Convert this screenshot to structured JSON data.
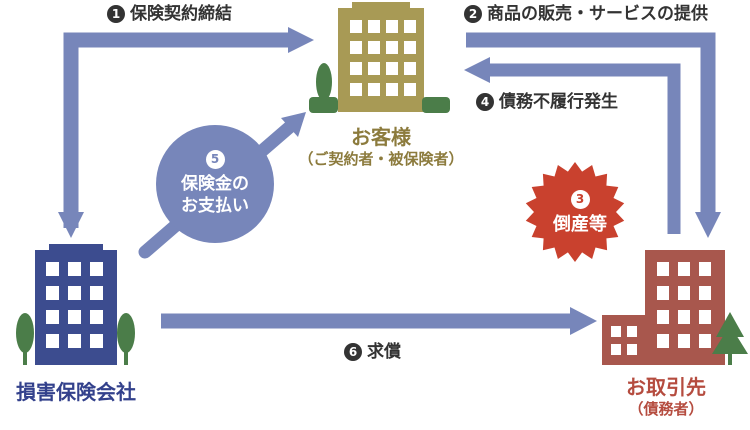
{
  "colors": {
    "arrow": "#7786ba",
    "customer": "#8c7b3d",
    "customer_building": "#a89a55",
    "insurer": "#33418c",
    "insurer_building": "#3c4c8f",
    "debtor": "#b54c3f",
    "debtor_building": "#a8574d",
    "burst": "#c9412e",
    "tree": "#4b7d49",
    "text": "#333333"
  },
  "entities": {
    "customer": {
      "name": "お客様",
      "sub": "（ご契約者・被保険者）",
      "icon": "office-building-icon"
    },
    "insurer": {
      "name": "損害保険会社",
      "icon": "office-building-icon"
    },
    "debtor": {
      "name": "お取引先",
      "sub": "（債務者）",
      "icon": "office-building-icon"
    }
  },
  "steps": [
    {
      "num": "1",
      "label": "保険契約締結"
    },
    {
      "num": "2",
      "label": "商品の販売・サービスの提供"
    },
    {
      "num": "3",
      "label_line1": "倒産等"
    },
    {
      "num": "4",
      "label": "債務不履行発生"
    },
    {
      "num": "5",
      "label_line1": "保険金の",
      "label_line2": "お支払い"
    },
    {
      "num": "6",
      "label": "求償"
    }
  ]
}
